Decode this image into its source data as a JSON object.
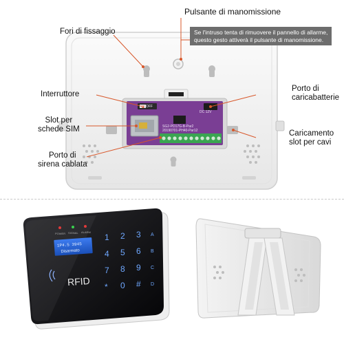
{
  "labels": {
    "tamper_switch": "Pulsante di manomissione",
    "mount_holes": "Fori di fissaggio",
    "power_switch": "Interruttore",
    "charger_port": [
      "Porto di",
      "caricabatterie"
    ],
    "sim_slot": [
      "Slot per",
      "schede SIM"
    ],
    "cable_slot": [
      "Caricamento",
      "slot per cavi"
    ],
    "siren_port": [
      "Porto di",
      "sirena cablata"
    ]
  },
  "tamper_note": [
    "Se l'intruso tenta di rimuovere il pannello di allarme,",
    "questo gesto attiverà il pulsante di manomissione."
  ],
  "board": {
    "switch_marks": "ON  OFF",
    "charger_mark": "DC 12V",
    "model_line_1": "SG2-PD17G-B-Par2",
    "model_line_2": "20190701-PH40-Par12"
  },
  "panel": {
    "indicators": [
      "POWER",
      "SIGNAL",
      "ALARM"
    ],
    "lcd_line_1": "1P4.5 3945",
    "lcd_line_2": "Disarmato",
    "rfid": "RFID",
    "keys": [
      "1",
      "2",
      "3",
      "4",
      "5",
      "6",
      "7",
      "8",
      "9",
      "*",
      "0",
      "#"
    ],
    "function_keys": [
      "A",
      "B",
      "C",
      "D"
    ]
  },
  "colors": {
    "callout_bg": "#6d6d6d",
    "leader_line": "#d8572a",
    "board_purple": "#7a3e94",
    "terminal_green": "#3aa551",
    "lcd_blue": "#1f5fd6",
    "key_glow": "#6fa8ff"
  }
}
